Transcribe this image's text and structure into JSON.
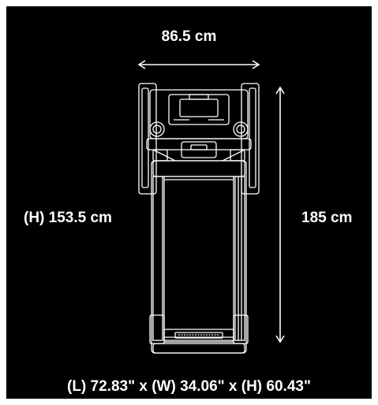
{
  "dimensions": {
    "width": "86.5 cm",
    "height": "(H) 153.5 cm",
    "length": "185 cm",
    "summary": "(L) 72.83\" x (W) 34.06\" x (H) 60.43\""
  },
  "colors": {
    "background": "#000000",
    "foreground": "#ffffff"
  },
  "icons": {
    "product": "treadmill-outline"
  }
}
